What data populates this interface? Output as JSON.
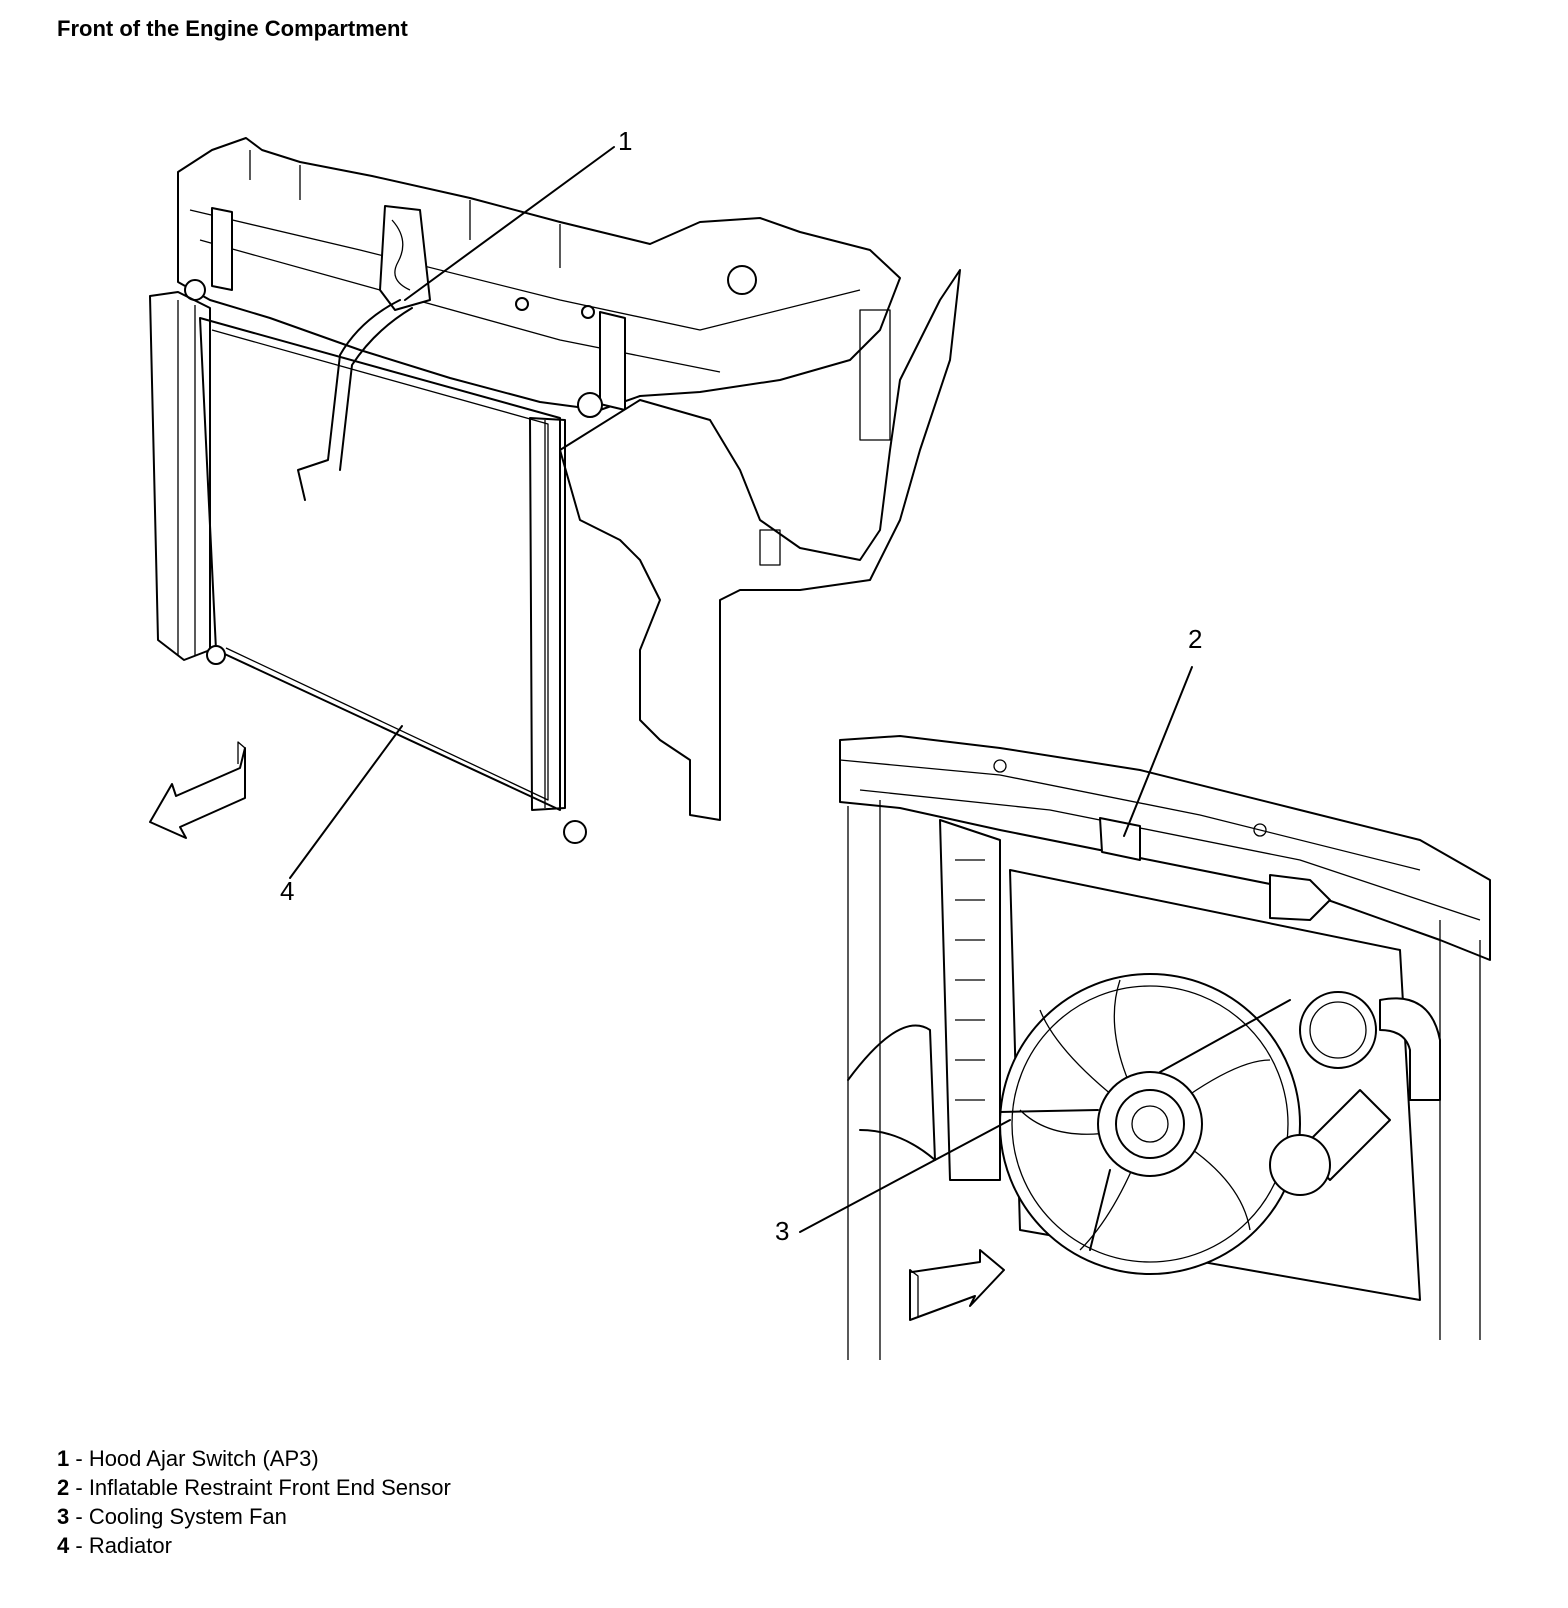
{
  "title": "Front of the Engine Compartment",
  "callouts": [
    {
      "number": "1",
      "label": "Hood Ajar Switch (AP3)"
    },
    {
      "number": "2",
      "label": "Inflatable Restraint Front End Sensor"
    },
    {
      "number": "3",
      "label": "Cooling System Fan"
    },
    {
      "number": "4",
      "label": "Radiator"
    }
  ],
  "legend": [
    {
      "number": "1",
      "separator": " - ",
      "label": "Hood Ajar Switch (AP3)"
    },
    {
      "number": "2",
      "separator": " - ",
      "label": "Inflatable Restraint Front End Sensor"
    },
    {
      "number": "3",
      "separator": " - ",
      "label": "Cooling System Fan"
    },
    {
      "number": "4",
      "separator": " - ",
      "label": "Radiator"
    }
  ]
}
